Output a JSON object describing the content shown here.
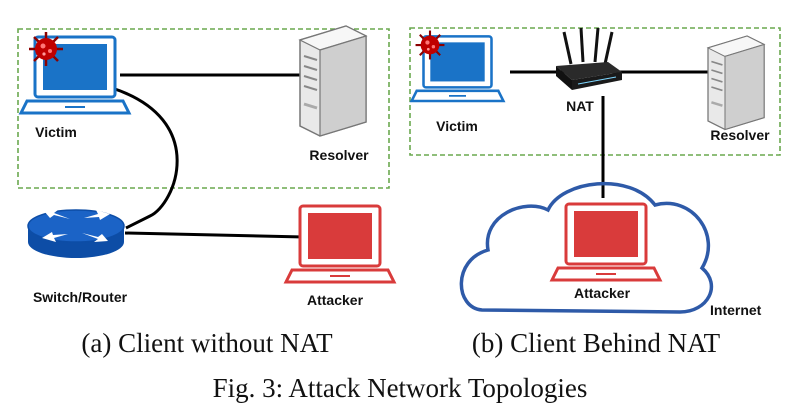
{
  "panel_a": {
    "victim_label": "Victim",
    "resolver_label": "Resolver",
    "switch_label": "Switch/Router",
    "attacker_label": "Attacker",
    "caption": "(a) Client without NAT"
  },
  "panel_b": {
    "victim_label": "Victim",
    "nat_label": "NAT",
    "resolver_label": "Resolver",
    "attacker_label": "Attacker",
    "internet_label": "Internet",
    "caption": "(b) Client Behind NAT"
  },
  "figure_caption": "Fig. 3: Attack Network Topologies",
  "icons": {
    "victim": "laptop-icon",
    "attacker": "laptop-icon",
    "resolver": "server-icon",
    "router": "router-icon",
    "nat": "wifi-router-icon",
    "malware": "virus-icon",
    "cloud": "cloud-icon"
  },
  "colors": {
    "victim_screen": "#1a73c7",
    "attacker_screen": "#d93b3b",
    "trusted_zone": "#6aa84f",
    "cloud_outline": "#2e5aa8",
    "router_blue": "#1b63c6"
  }
}
